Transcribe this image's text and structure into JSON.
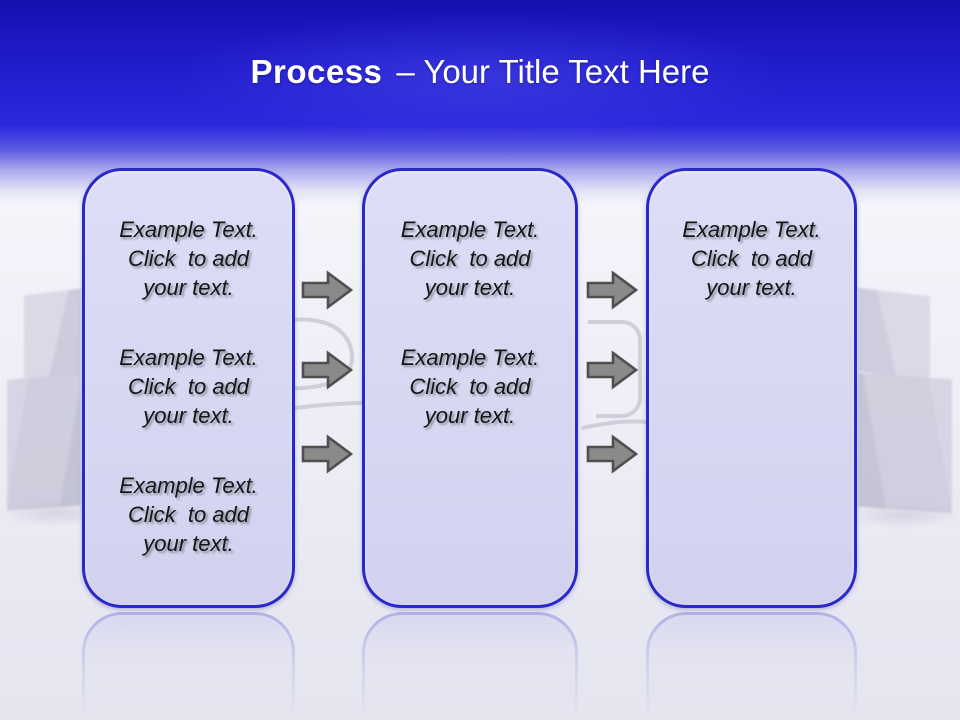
{
  "title": {
    "bold": "Process",
    "rest": "– Your Title Text Here"
  },
  "panels": [
    {
      "name": "step-1",
      "blocks": [
        "Example Text.\nClick  to add\nyour text.",
        "Example Text.\nClick  to add\nyour text.",
        "Example Text.\nClick  to add\nyour text."
      ]
    },
    {
      "name": "step-2",
      "blocks": [
        "Example Text.\nClick  to add\nyour text.",
        "Example Text.\nClick  to add\nyour text."
      ]
    },
    {
      "name": "step-3",
      "blocks": [
        "Example Text.\nClick  to add\nyour text."
      ]
    }
  ],
  "colors": {
    "header_blue": "#2b26dd",
    "panel_fill": "#d8d8f2",
    "panel_border": "#2b28c9",
    "arrow_fill": "#8a8a8a",
    "arrow_outline": "#4f4f4f",
    "text_color": "#161616",
    "title_color": "#ffffff"
  }
}
